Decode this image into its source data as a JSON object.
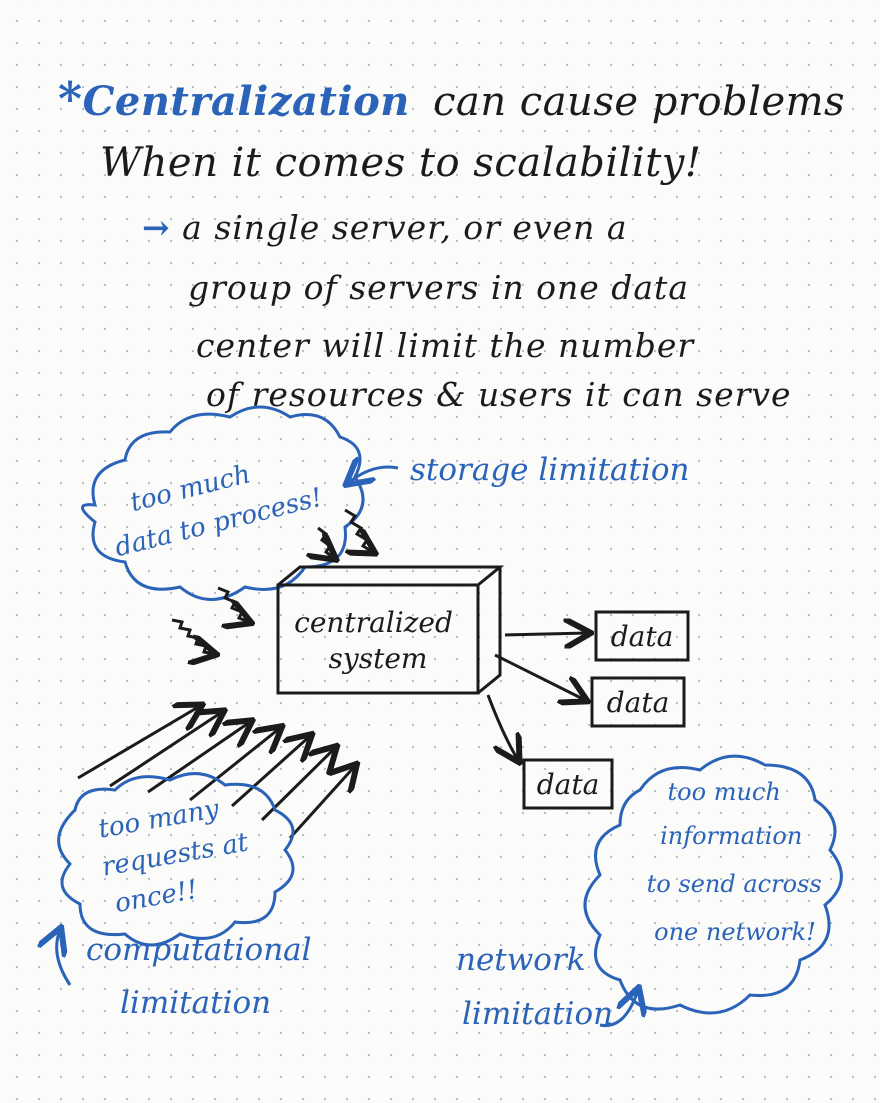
{
  "heading": {
    "star": "*",
    "keyword": "Centralization",
    "line1_rest": "can cause problems",
    "line2": "When it comes to scalability!"
  },
  "detail": {
    "arrow": "→",
    "lines": [
      "a single server, or even a",
      "group of servers in one data",
      "center will limit the number",
      "of resources & users it can serve"
    ]
  },
  "diagram": {
    "center_box": {
      "line1": "centralized",
      "line2": "system"
    },
    "data_boxes": [
      "data",
      "data",
      "data"
    ],
    "storage_cloud": {
      "lines": [
        "too much",
        "data to process!"
      ]
    },
    "storage_label": "storage limitation",
    "requests_cloud": {
      "lines": [
        "too many",
        "requests at",
        "once!!"
      ]
    },
    "computational_label": [
      "computational",
      "limitation"
    ],
    "network_cloud": {
      "lines": [
        "too much",
        "information",
        "to send across",
        "one network!"
      ]
    },
    "network_label": [
      "network",
      "limitation"
    ]
  },
  "colors": {
    "ink_blue": "#2a63b8",
    "ink_black": "#1b1b1b",
    "paper": "#fbfbf9"
  },
  "icons": [
    "star-icon",
    "right-arrow-icon",
    "squiggle-arrow-icon",
    "curved-arrow-icon"
  ]
}
